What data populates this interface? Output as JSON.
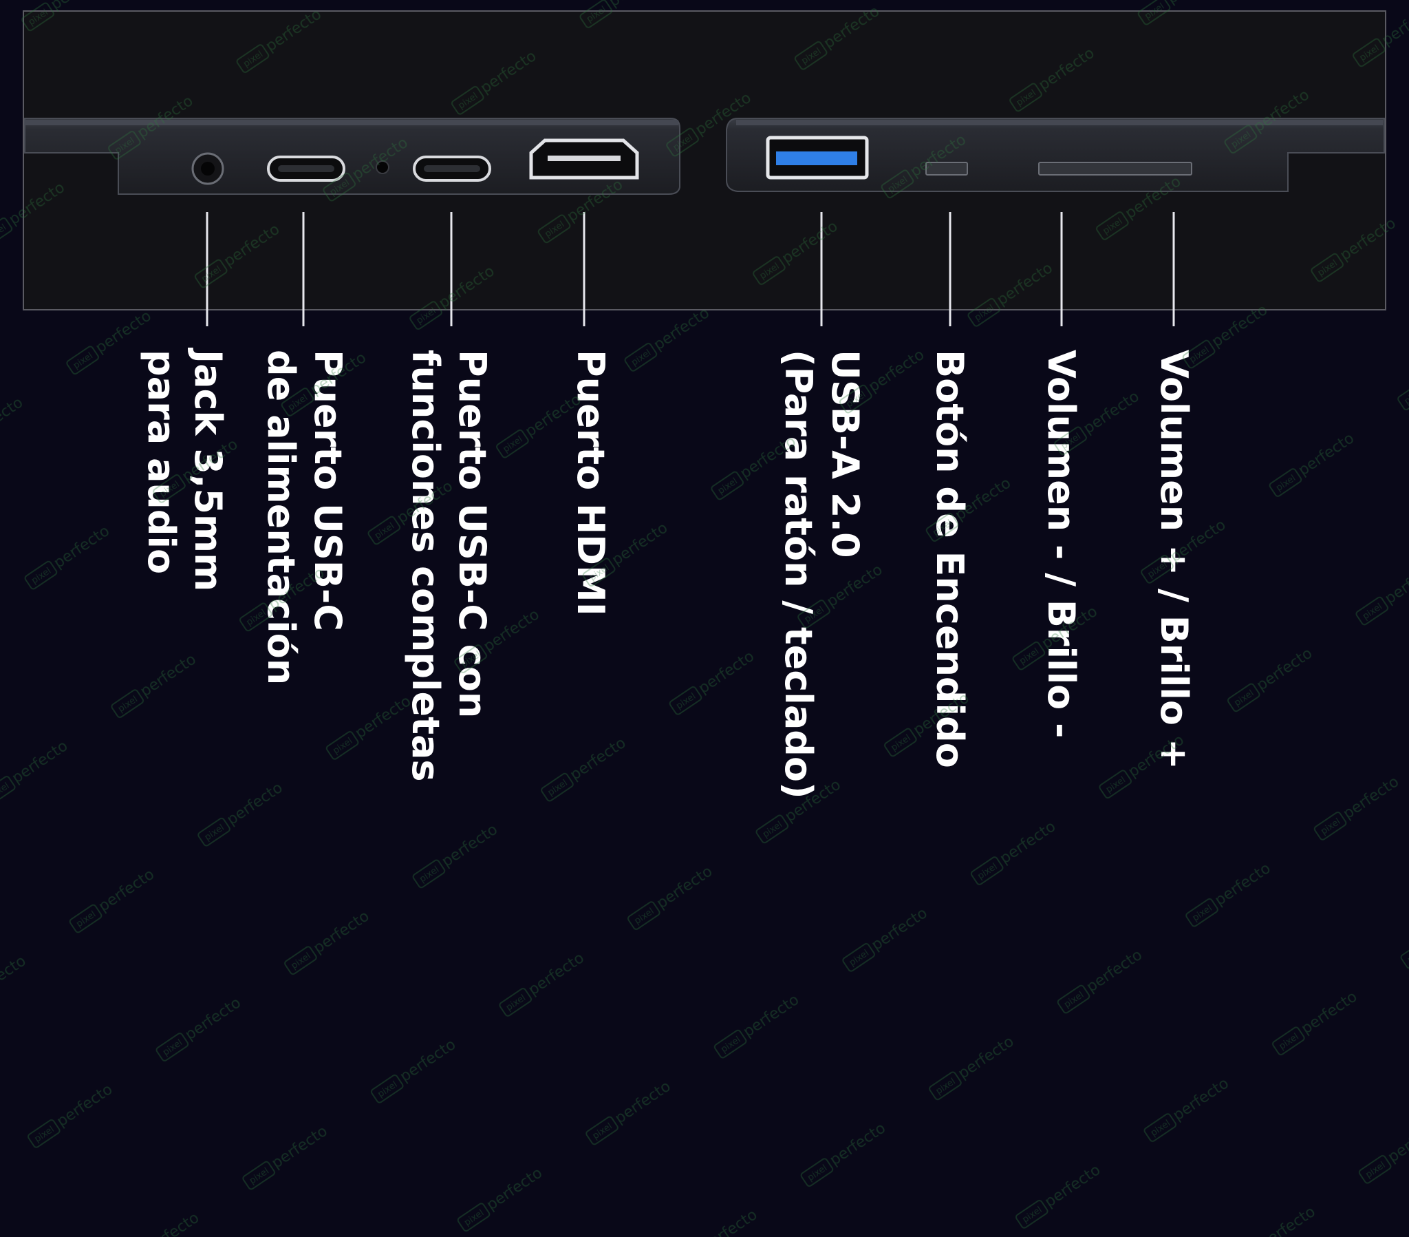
{
  "colors": {
    "background": "#090818",
    "panel": "#121216",
    "device_body": "#23252b",
    "device_edge": "#3b3e46",
    "leader_line": "#e8e8ee",
    "usb_a_accent": "#2f7fe6",
    "label_text": "#ffffff",
    "watermark": "#2c7a3d"
  },
  "watermark": {
    "text": "pixelperfecto",
    "badge": "pixel",
    "word": "perfecto"
  },
  "ports": [
    {
      "id": "audio-jack",
      "icon": "audio-jack-icon",
      "lines": [
        "Jack 3,5mm",
        "para audio"
      ]
    },
    {
      "id": "usb-c-power",
      "icon": "usb-c-port-icon",
      "lines": [
        "Puerto USB-C",
        "de alimentación"
      ]
    },
    {
      "id": "indicator-led",
      "icon": "indicator-led-icon",
      "lines": []
    },
    {
      "id": "usb-c-full",
      "icon": "usb-c-port-icon",
      "lines": [
        "Puerto USB-C con",
        "funciones completas"
      ]
    },
    {
      "id": "hdmi",
      "icon": "hdmi-port-icon",
      "lines": [
        "Puerto HDMI"
      ]
    },
    {
      "id": "usb-a",
      "icon": "usb-a-port-icon",
      "lines": [
        "USB-A 2.0",
        "(Para ratón / teclado)"
      ]
    },
    {
      "id": "power-button",
      "icon": "power-button-icon",
      "lines": [
        "Botón de Encendido"
      ]
    },
    {
      "id": "volume-down",
      "icon": "volume-down-rocker-icon",
      "lines": [
        "Volumen - / Brillo -"
      ]
    },
    {
      "id": "volume-up",
      "icon": "volume-up-rocker-icon",
      "lines": [
        "Volumen + / Brillo +"
      ]
    }
  ]
}
